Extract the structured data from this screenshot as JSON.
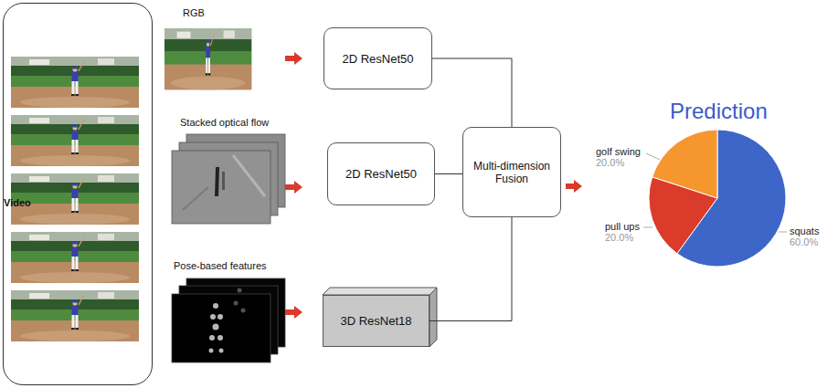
{
  "diagram": {
    "nodes": [
      {
        "text": [
          "Video"
        ]
      },
      {
        "text": [
          "2D ResNet50"
        ]
      },
      {
        "text": [
          "2D ResNet50"
        ]
      },
      {
        "text": [
          "Multi-dimension Fusion"
        ]
      },
      {
        "text": [
          "3D ResNet18"
        ]
      }
    ],
    "edges": [
      {
        "from": 1,
        "to": 3,
        "arrow": "none"
      },
      {
        "from": 2,
        "to": 3,
        "arrow": "none"
      },
      {
        "from": 4,
        "to": 3,
        "arrow": "none"
      }
    ],
    "labels": [
      "RGB",
      "Stacked optical flow",
      "Pose-based features",
      "Prediction",
      "golf swing",
      "20.0%",
      "pull ups",
      "20.0%",
      "squats",
      "60.0%"
    ]
  }
}
